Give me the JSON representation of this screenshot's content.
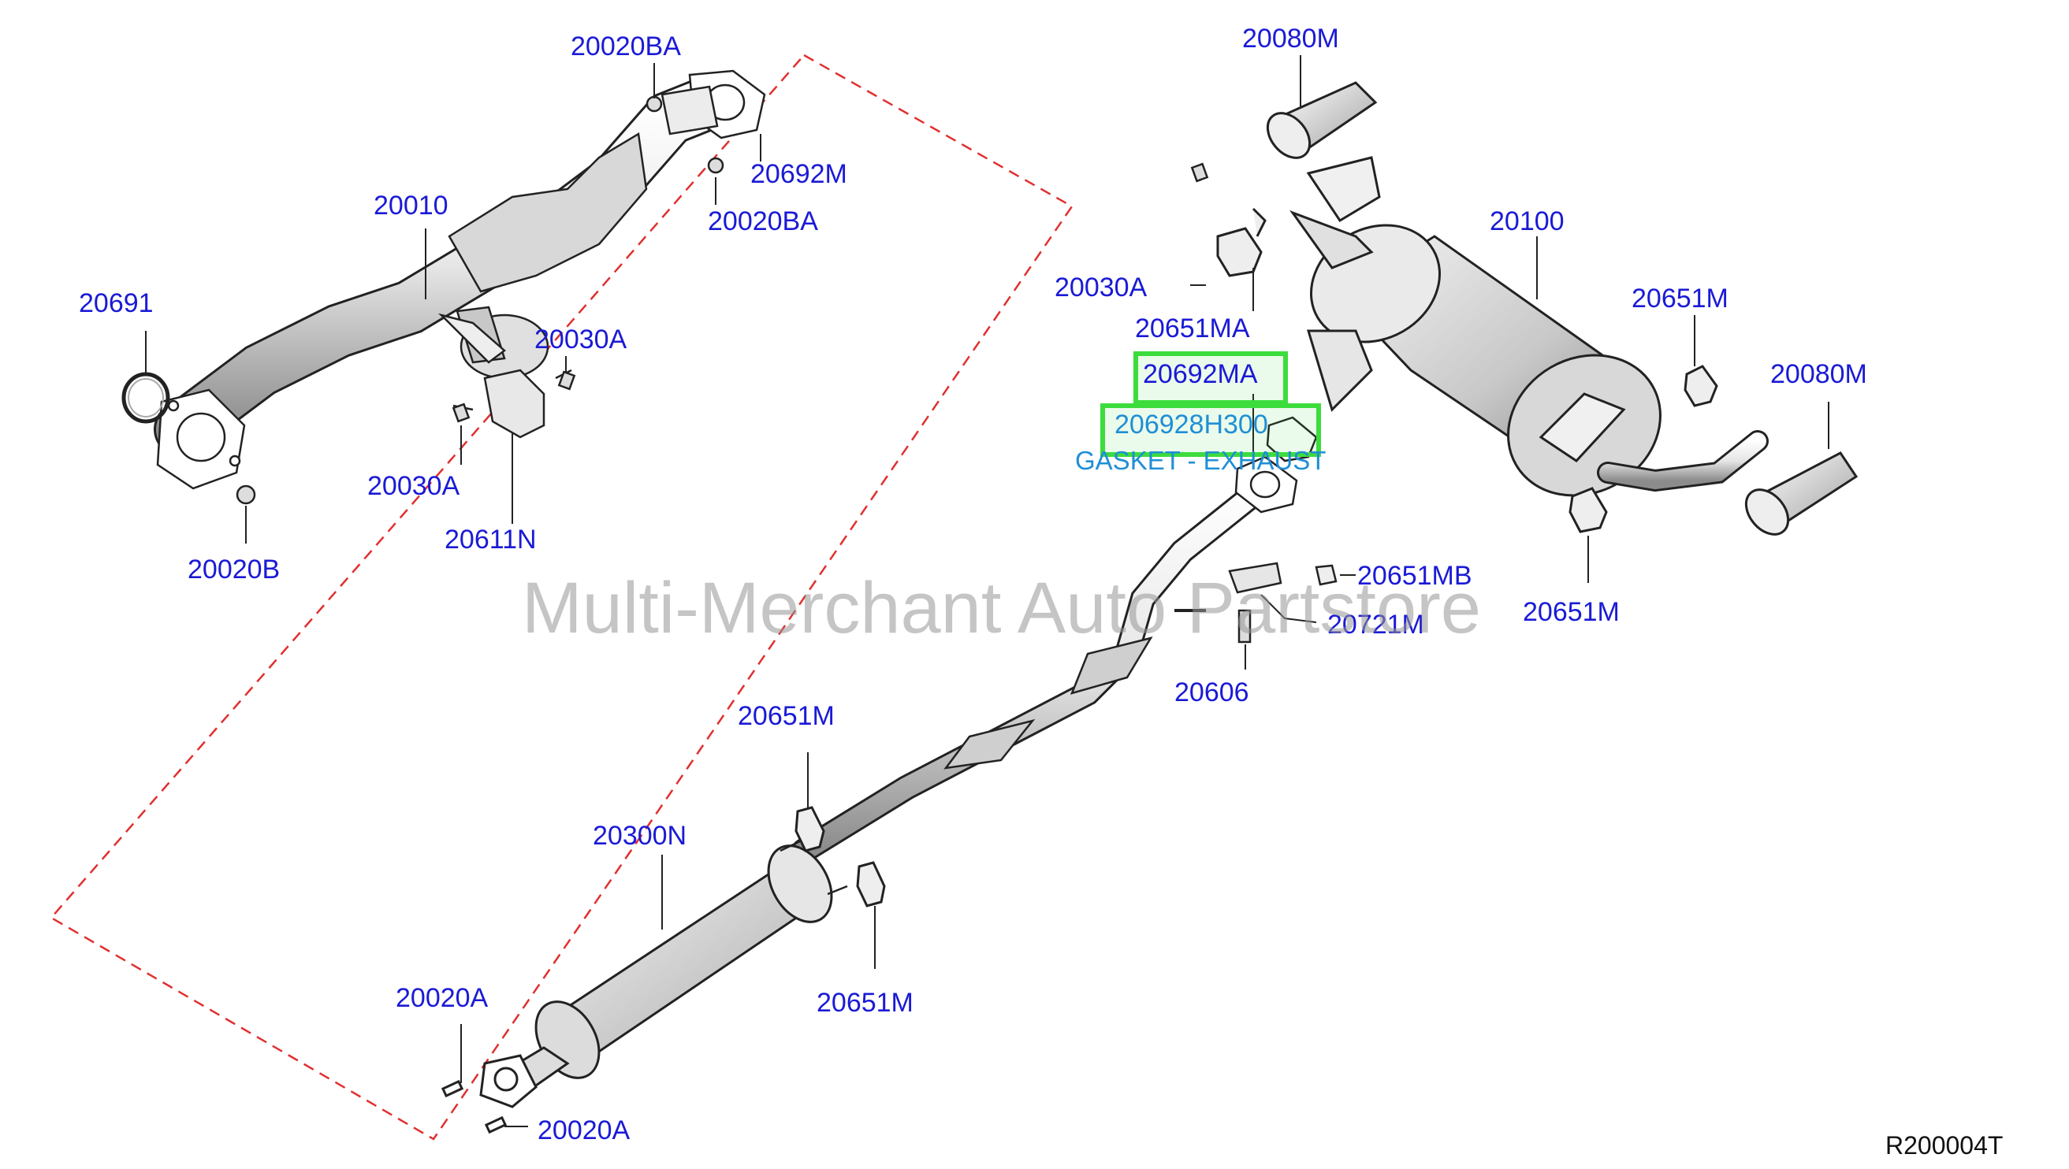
{
  "diagram": {
    "labels": {
      "l20020BA_top": "20020BA",
      "l20692M": "20692M",
      "l20020BA_mid": "20020BA",
      "l20010": "20010",
      "l20691": "20691",
      "l20030A_1": "20030A",
      "l20030A_2": "20030A",
      "l20611N": "20611N",
      "l20020B": "20020B",
      "l20080M_top": "20080M",
      "l20100": "20100",
      "l20030A_3": "20030A",
      "l20651MA": "20651MA",
      "l20692MA": "20692MA",
      "l206928H300": "206928H300",
      "l20651M_r1": "20651M",
      "l20080M_r": "20080M",
      "l20651MB": "20651MB",
      "l20721M": "20721M",
      "l20651M_r2": "20651M",
      "l20606": "20606",
      "l20651M_c1": "20651M",
      "l20300N": "20300N",
      "l20651M_c2": "20651M",
      "l20020A_1": "20020A",
      "l20020A_2": "20020A"
    },
    "gasket_description": "GASKET - EXHAUST",
    "watermark": "Multi-Merchant Auto Partstore",
    "reference_code": "R200004T"
  },
  "colors": {
    "label_blue": "#1a1ad6",
    "highlight_green": "#3ddc3d",
    "highlight_text": "#1f8fd6",
    "dashed_red": "#e03030"
  }
}
